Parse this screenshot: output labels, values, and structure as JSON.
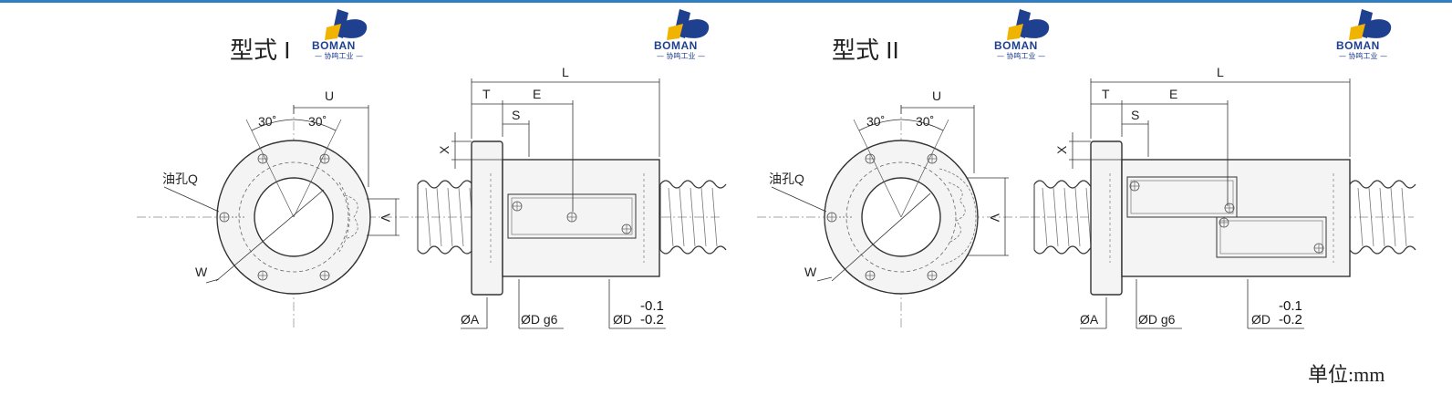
{
  "colors": {
    "accent_line": "#2f7fc2",
    "logo_blue": "#1f3f8f",
    "logo_yellow": "#f0b400",
    "body_gray": "#f4f4f4",
    "line": "#333333"
  },
  "logo": {
    "brand": "BOMAN",
    "sub": "— 协鸣工业 —"
  },
  "types": [
    {
      "title": "型式 I"
    },
    {
      "title": "型式 II"
    }
  ],
  "labels": {
    "U": "U",
    "V": "V",
    "W": "W",
    "X": "X",
    "angle": "30˚",
    "oil_hole": "油孔Q",
    "L": "L",
    "T": "T",
    "E": "E",
    "S": "S",
    "phiA": "ØA",
    "phiD_g6": "ØD g6",
    "phiD": "ØD",
    "tol_upper": "-0.1",
    "tol_lower": "-0.2"
  },
  "unit_label": "单位:mm"
}
